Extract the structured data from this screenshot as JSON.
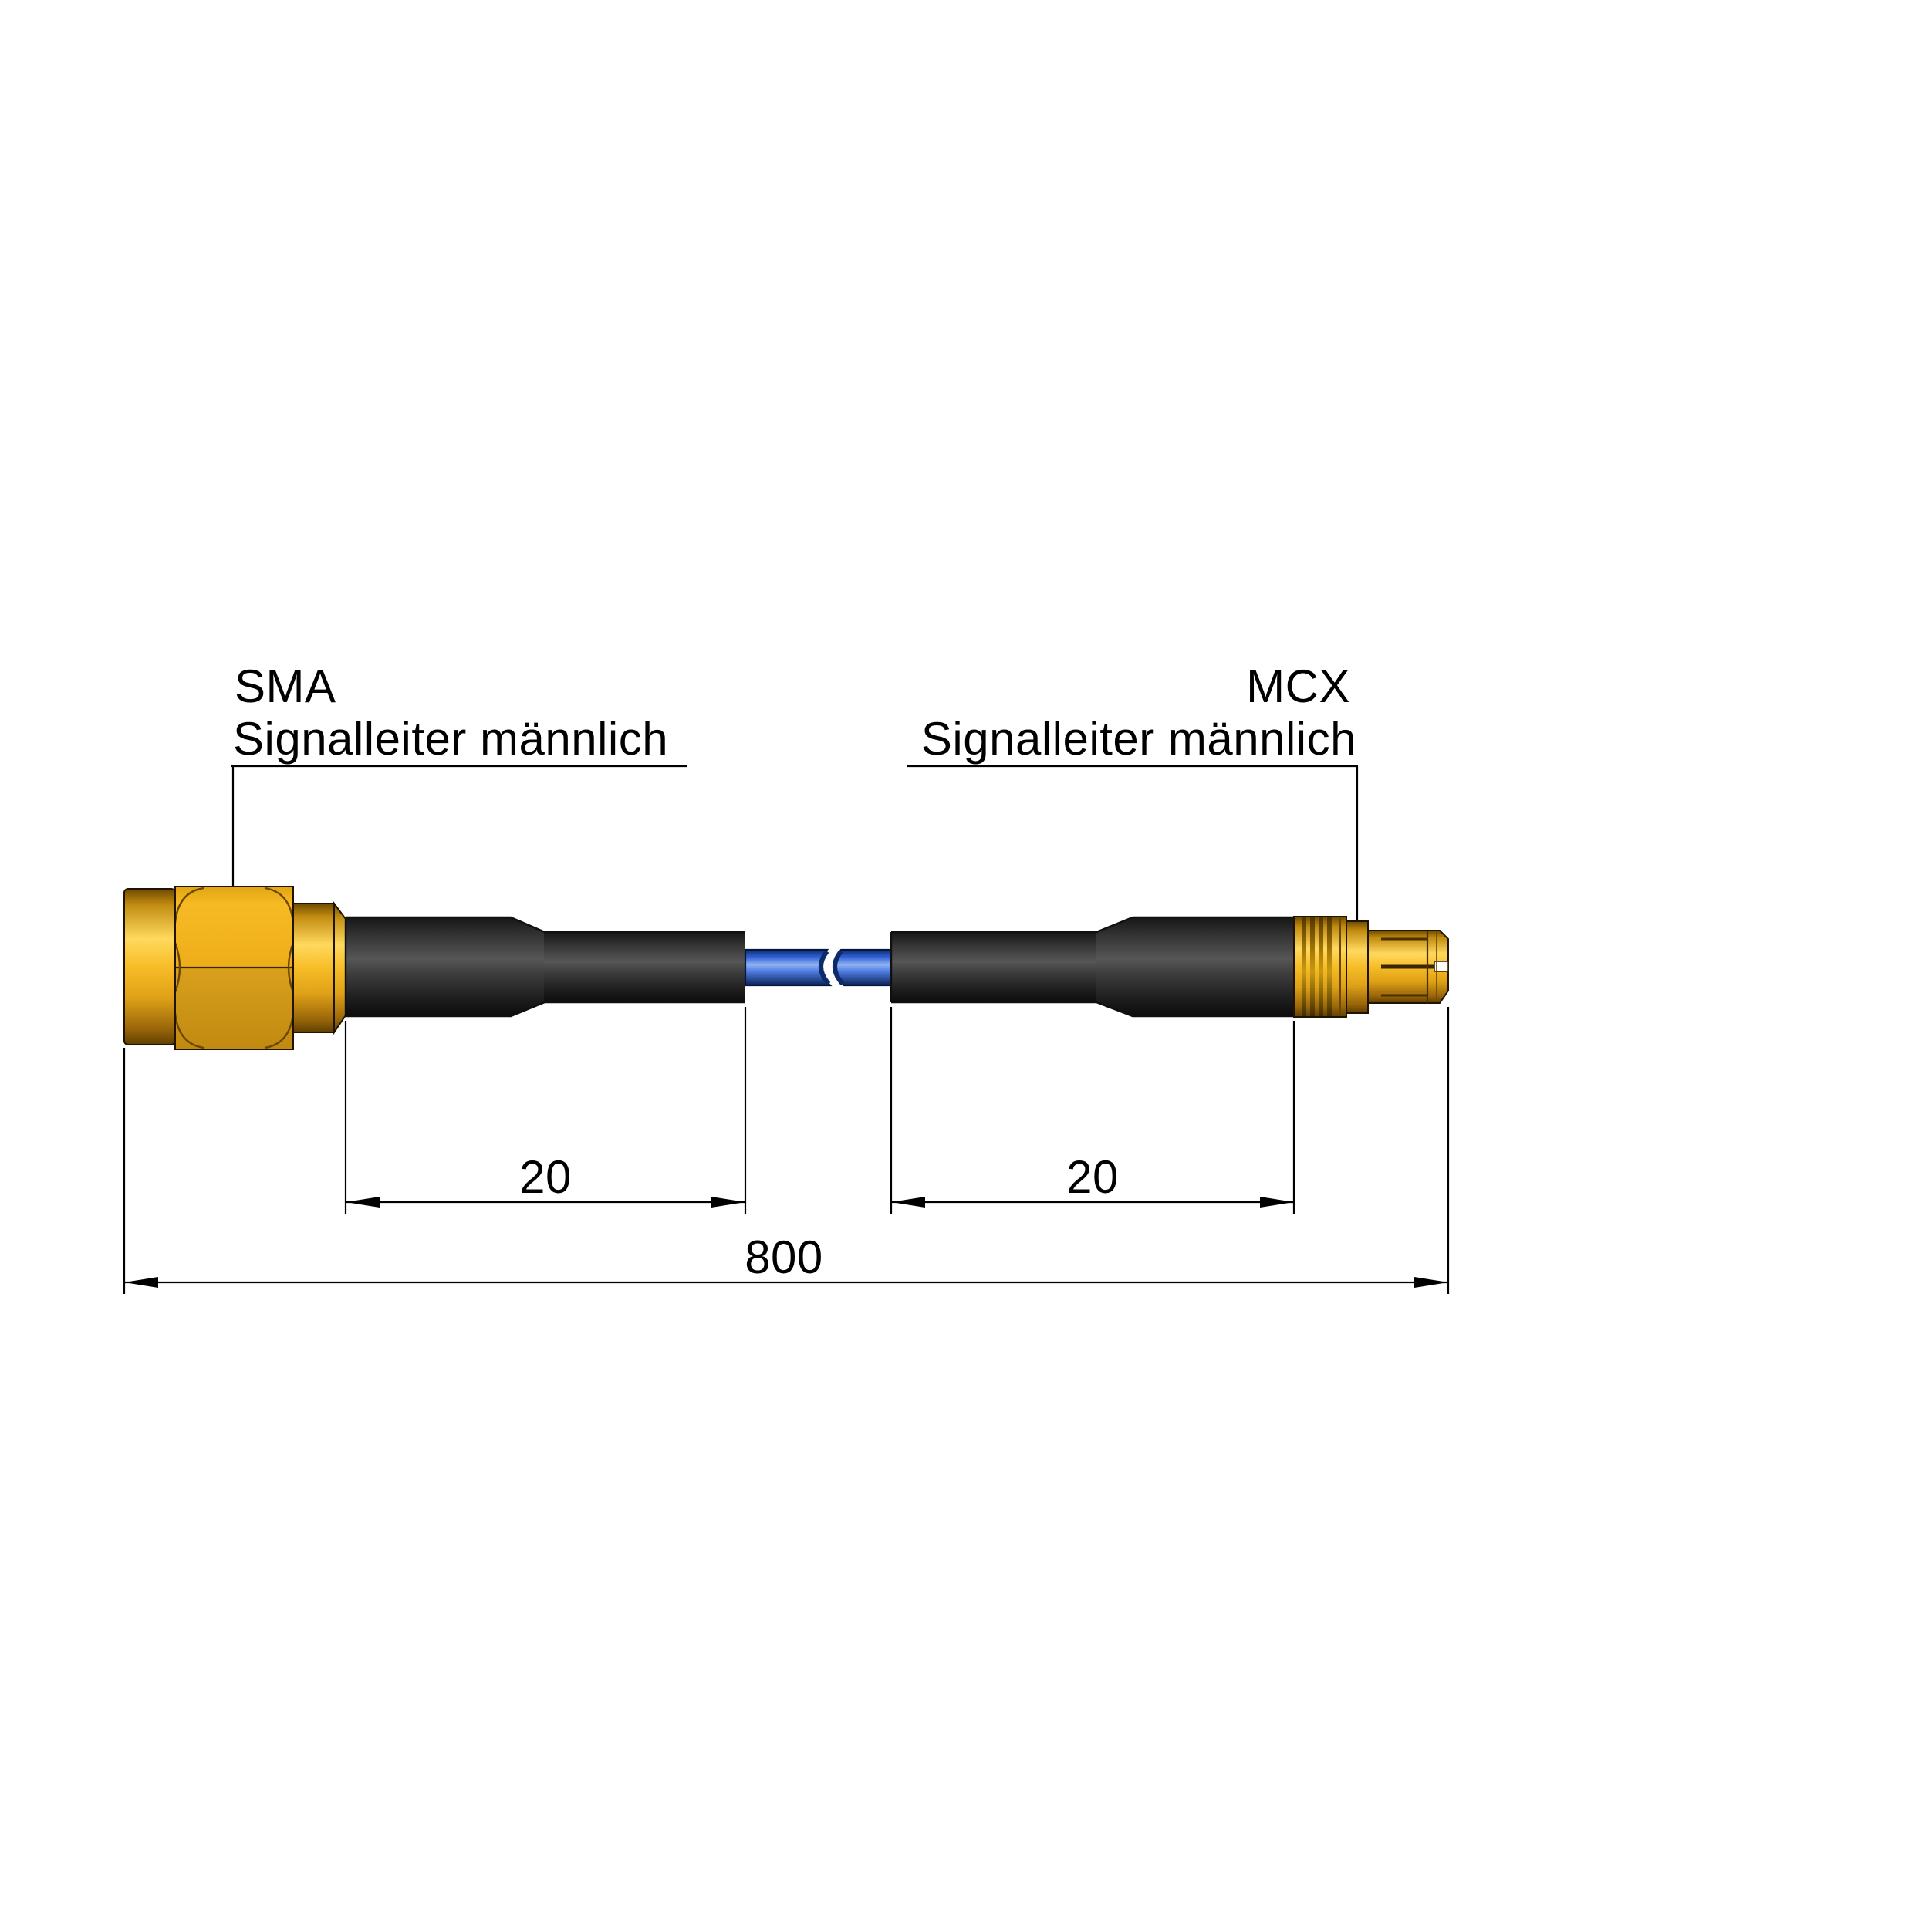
{
  "page": {
    "background": "#ffffff"
  },
  "labels": {
    "sma": {
      "title": "SMA",
      "subtitle": "Signalleiter männlich"
    },
    "mcx": {
      "title": "MCX",
      "subtitle": "Signalleiter männlich"
    }
  },
  "dimensions": {
    "left_heatshrink": "20",
    "right_heatshrink": "20",
    "overall": "800"
  },
  "colors": {
    "gold_highlight": "#ffd95e",
    "gold_mid": "#f0ad1b",
    "gold_dark": "#6e4a00",
    "heatshrink_dark": "#1a1a1a",
    "heatshrink_mid": "#333333",
    "heatshrink_highlight": "#4e4e4e",
    "cable_blue": "#2f5fd4",
    "cable_blue_highlight": "#8fb2f2",
    "cable_blue_dark": "#0f2b6e",
    "line_color": "#000000"
  }
}
